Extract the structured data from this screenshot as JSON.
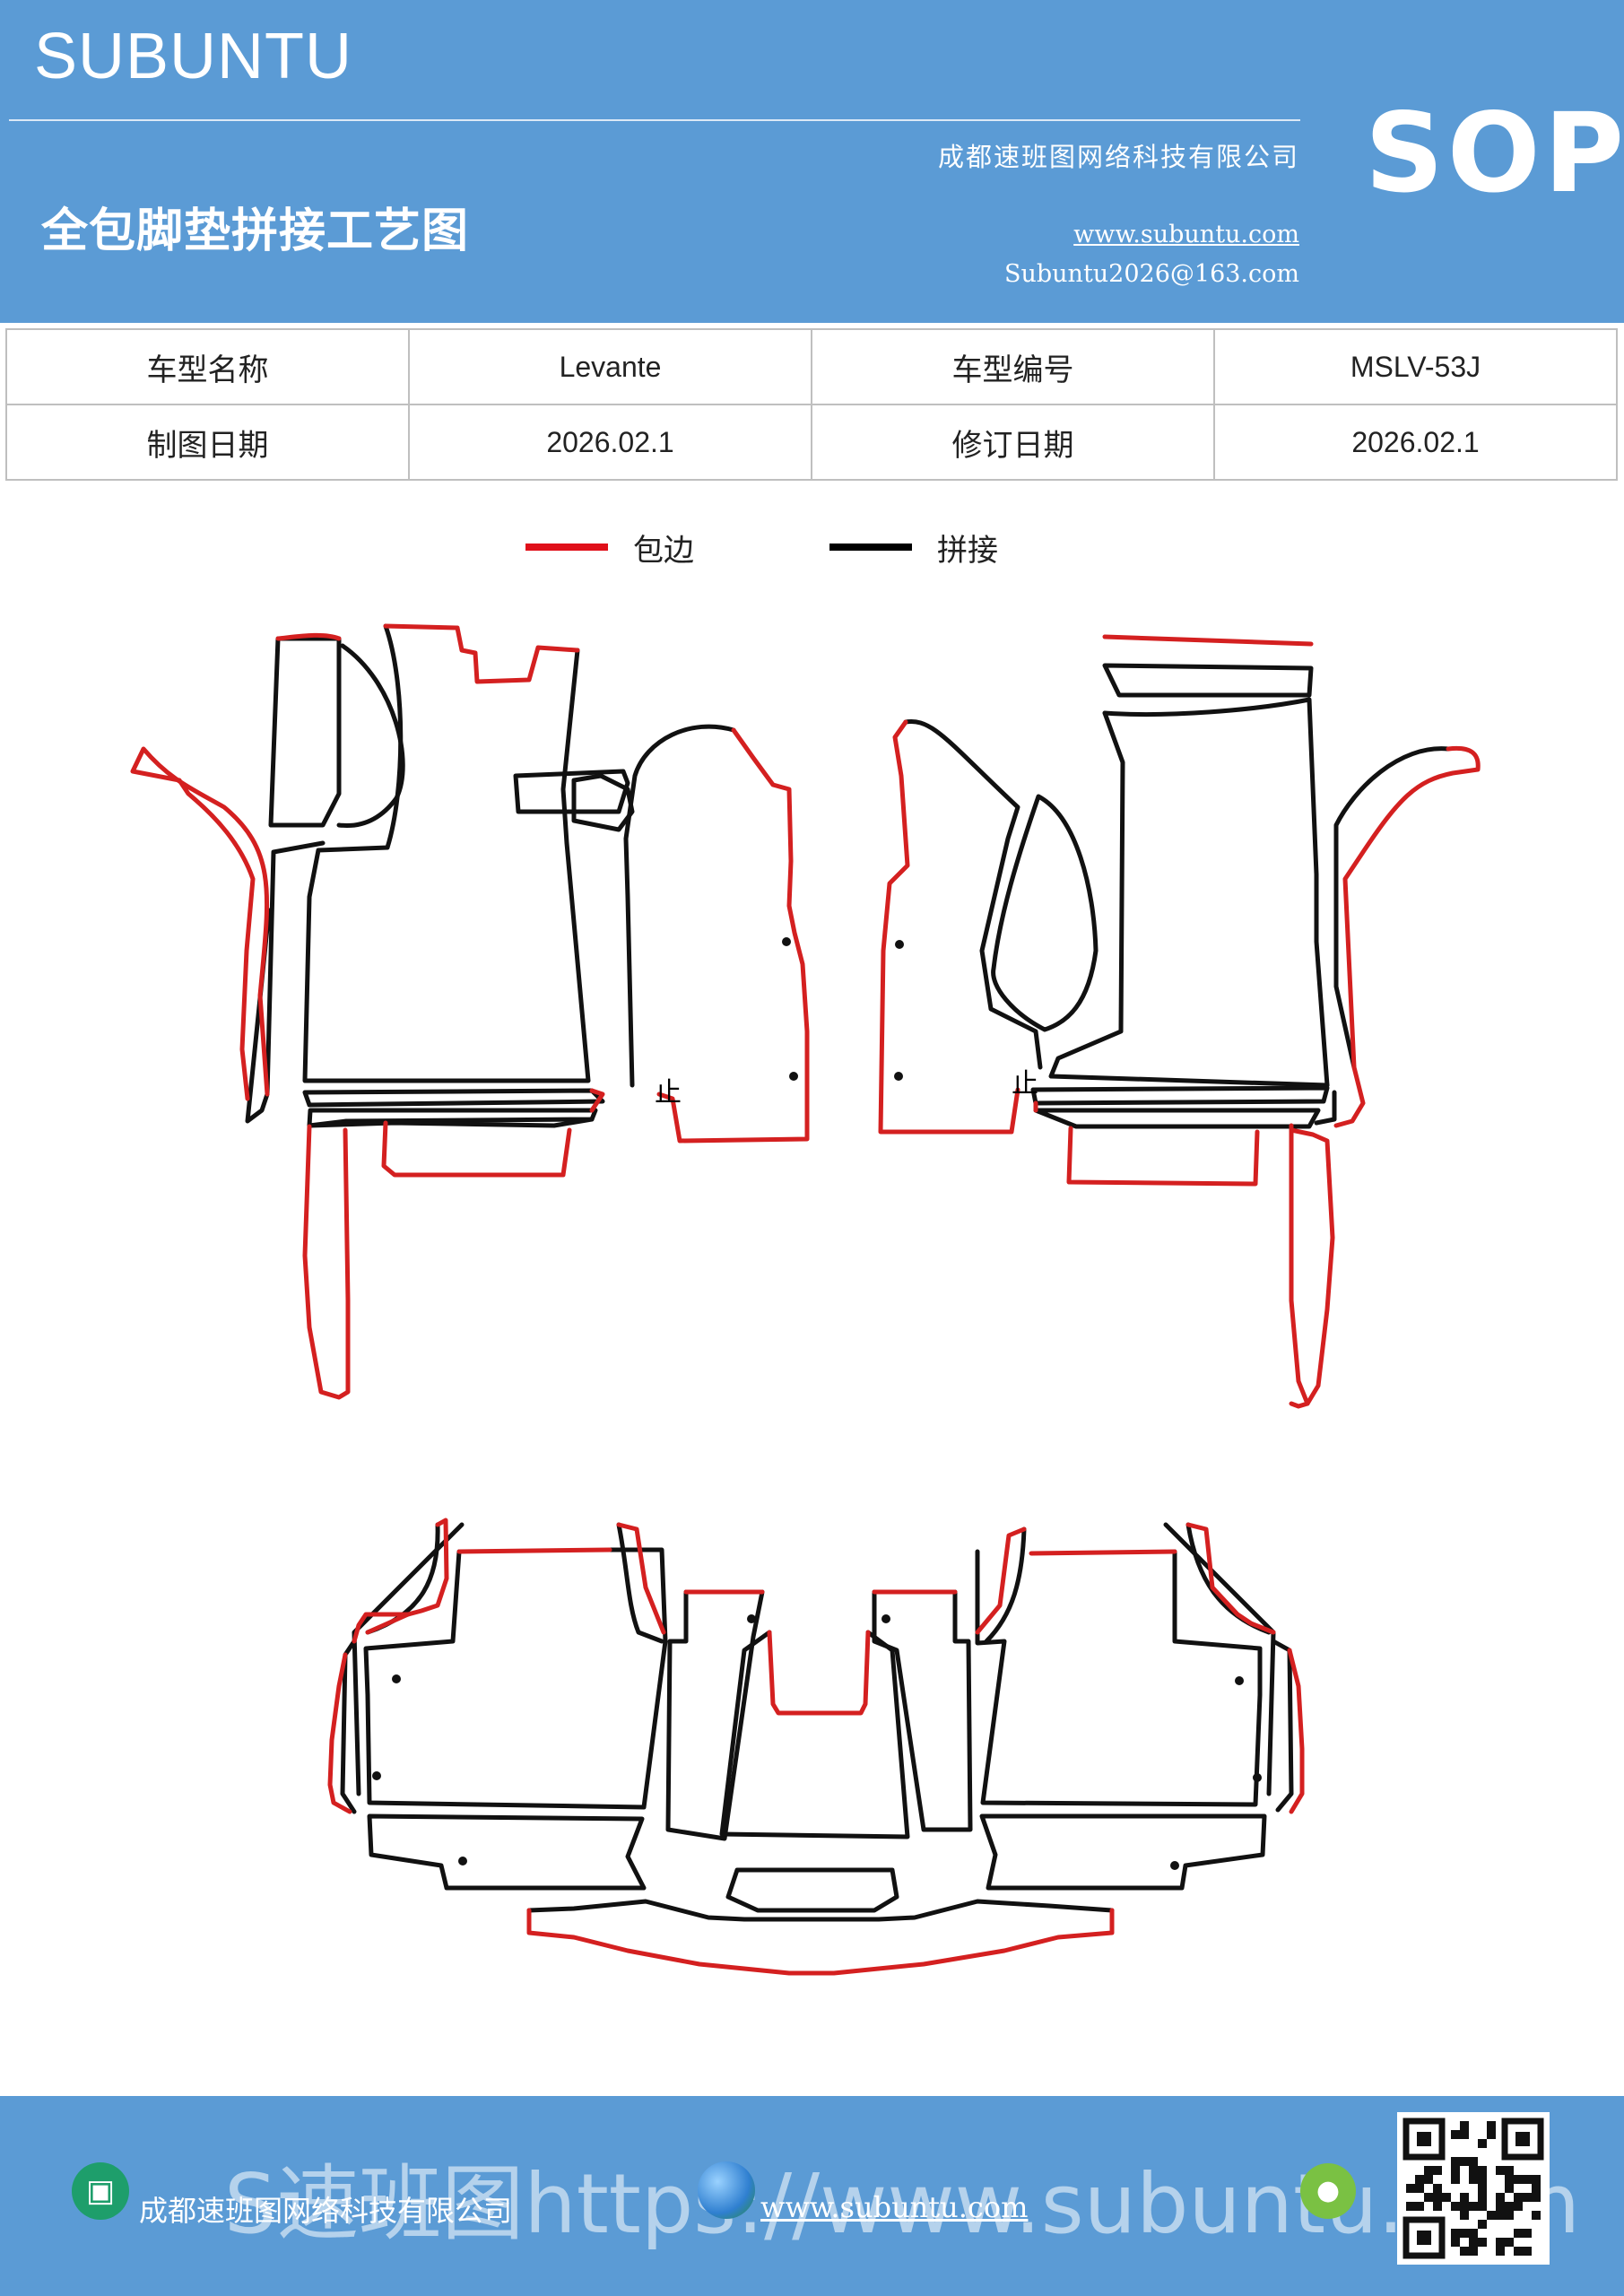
{
  "header": {
    "brand": "SUBUNTU",
    "title": "全包脚垫拼接工艺图",
    "company": "成都速班图网络科技有限公司",
    "website": "www.subuntu.com",
    "email": "Subuntu2026@163.com",
    "badge": "SOP"
  },
  "info": {
    "row1": [
      "车型名称",
      "Levante",
      "车型编号",
      "MSLV-53J"
    ],
    "row2": [
      "制图日期",
      "2026.02.1",
      "修订日期",
      "2026.02.1"
    ]
  },
  "legend": {
    "items": [
      {
        "label": "包边",
        "color": "#e0101a"
      },
      {
        "label": "拼接",
        "color": "#000000"
      }
    ]
  },
  "drawing": {
    "mark_left": "止",
    "mark_right": "止",
    "edge_color": "#d42020",
    "seam_color": "#111111"
  },
  "footer": {
    "company": "成都速班图网络科技有限公司",
    "website": "www.subuntu.com",
    "watermark": "S速班图https://www.subuntu.com"
  },
  "icons": {
    "home": "building-icon",
    "globe": "globe-icon",
    "wechat": "wechat-icon",
    "qr": "qr-code"
  }
}
